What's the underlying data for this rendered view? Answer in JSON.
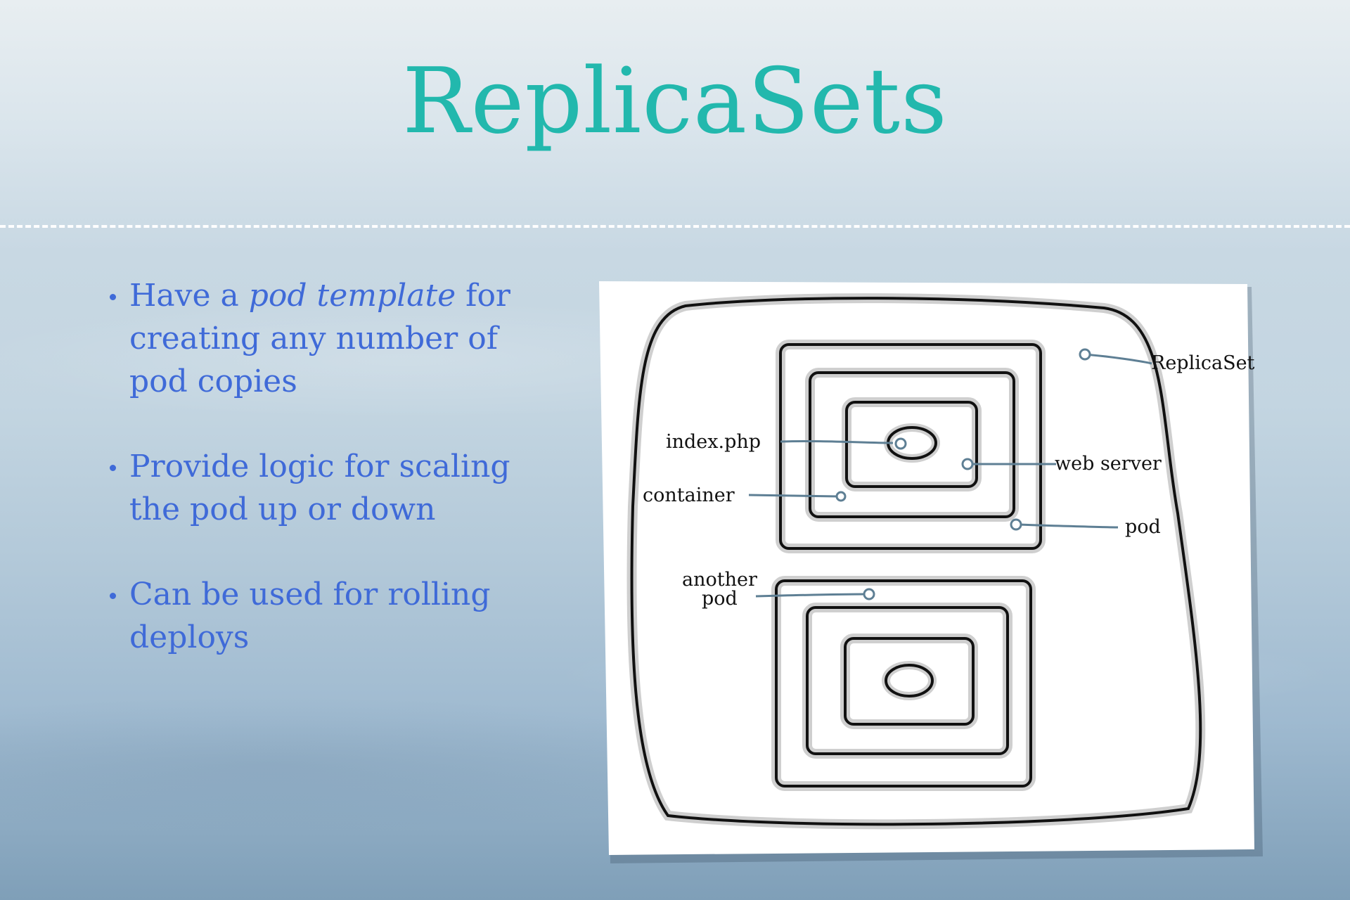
{
  "slide": {
    "title": "ReplicaSets"
  },
  "bullets": [
    {
      "prefix": "Have a ",
      "emphasis": "pod template",
      "rest": " for creating any number of pod copies"
    },
    {
      "prefix": "Provide logic for scaling the pod up or down",
      "emphasis": "",
      "rest": ""
    },
    {
      "prefix": "Can be used for rolling deploys",
      "emphasis": "",
      "rest": ""
    }
  ],
  "diagram": {
    "labels": {
      "replicaset": "ReplicaSet",
      "index_php": "index.php",
      "web_server": "web server",
      "container": "container",
      "pod": "pod",
      "another_pod_line1": "another",
      "another_pod_line2": "pod"
    }
  },
  "colors": {
    "title": "#22b8ad",
    "bullets": "#3f6ad8",
    "sketch_stroke": "#111111",
    "callout_line": "#5e7f94"
  }
}
